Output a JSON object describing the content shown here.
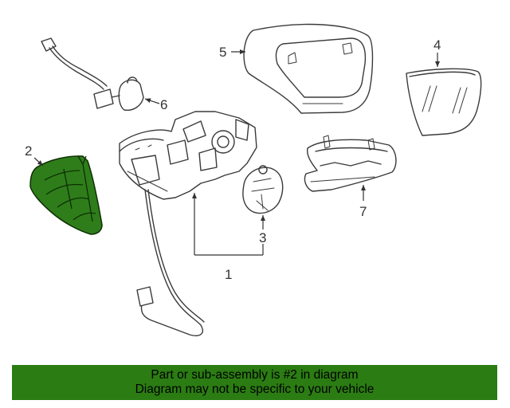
{
  "callouts": {
    "c1": "1",
    "c2": "2",
    "c3": "3",
    "c4": "4",
    "c5": "5",
    "c6": "6",
    "c7": "7"
  },
  "highlight_color": "#2b7c13",
  "banner": {
    "line1": "Part or sub-assembly is #2 in diagram",
    "line2": "Diagram may not be specific to your vehicle"
  }
}
